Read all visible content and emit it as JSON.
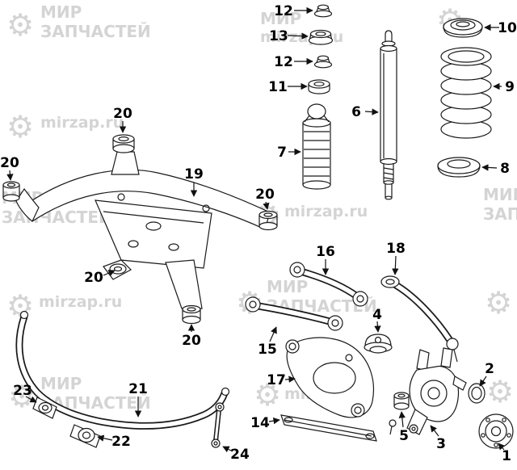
{
  "watermark": {
    "brand_line1": "МИР",
    "brand_line2": "ЗАПЧАСТЕЙ",
    "site": "mirzap.ru",
    "gear_glyph": "⚙"
  },
  "callouts": {
    "c12a": "12",
    "c13": "13",
    "c12b": "12",
    "c11": "11",
    "c7": "7",
    "c6": "6",
    "c10": "10",
    "c9": "9",
    "c8": "8",
    "c20a": "20",
    "c20b": "20",
    "c19": "19",
    "c20c": "20",
    "c20d": "20",
    "c20e": "20",
    "c16": "16",
    "c18": "18",
    "c15": "15",
    "c4": "4",
    "c17": "17",
    "c14": "14",
    "c5": "5",
    "c3": "3",
    "c2": "2",
    "c1": "1",
    "c23": "23",
    "c21": "21",
    "c22": "22",
    "c24": "24"
  }
}
